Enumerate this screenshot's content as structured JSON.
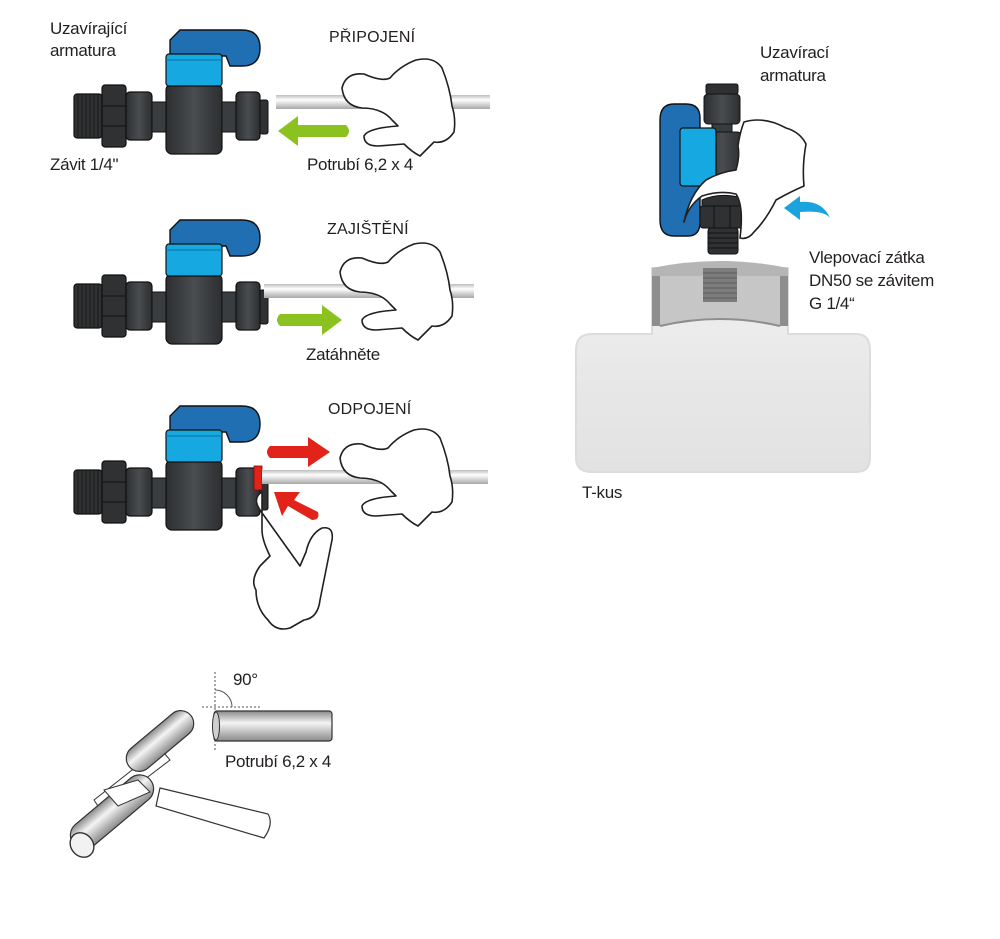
{
  "diagram": {
    "title": "Instalace uzavírací armatury",
    "colors": {
      "valve_body": "#3a3d40",
      "handle_dark_blue": "#1f6fb2",
      "handle_light_blue": "#16a9e1",
      "pipe": "#d9d9d9",
      "arrow_green": "#8cc220",
      "arrow_red": "#e2231a",
      "arrow_blue": "#1aa3dc",
      "tee_body": "#ebebeb",
      "tee_plug": "#9d9d9d",
      "text": "#231f20"
    },
    "steps": [
      {
        "heading": "PŘIPOJENÍ",
        "valve_label_line1": "Uzavírající",
        "valve_label_line2": "armatura",
        "thread_label": "Závit 1/4\"",
        "pipe_label": "Potrubí 6,2 x 4",
        "arrow": "green-left-arrow"
      },
      {
        "heading": "ZAJIŠTĚNÍ",
        "action_label": "Zatáhněte",
        "arrow": "green-right-arrow"
      },
      {
        "heading": "ODPOJENÍ",
        "arrows": [
          "red-right-arrow",
          "red-diagonal-arrow"
        ]
      }
    ],
    "cutting": {
      "angle_label": "90°",
      "pipe_label": "Potrubí 6,2 x 4"
    },
    "tee_assembly": {
      "valve_label_line1": "Uzavírací",
      "valve_label_line2": "armatura",
      "plug_label_line1": "Vlepovací zátka",
      "plug_label_line2": "DN50 se závitem",
      "plug_label_line3": "G 1/4“",
      "tee_label": "T-kus",
      "arrow": "blue-curved-arrow"
    }
  }
}
